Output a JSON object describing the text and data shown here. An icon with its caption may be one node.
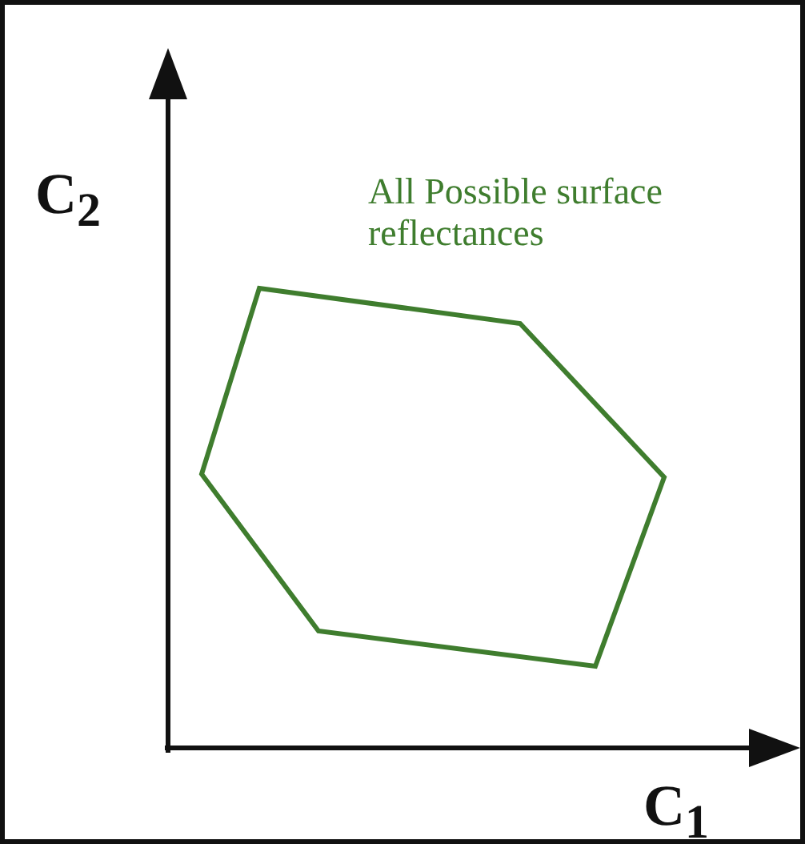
{
  "diagram": {
    "nodes": [
      {
        "text": [
          "All Possible surface reflectances"
        ]
      }
    ],
    "labels": [
      "C$_{2}$",
      "C$_{1}$"
    ]
  }
}
